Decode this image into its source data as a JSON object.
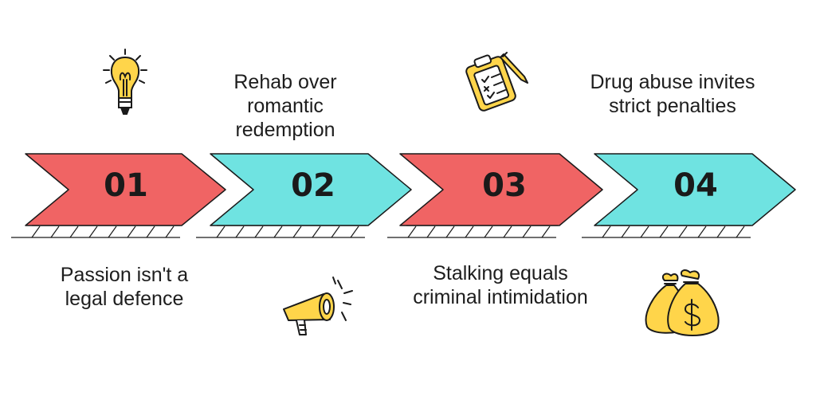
{
  "colors": {
    "red": "#f06464",
    "cyan": "#6fe3e1",
    "yellow": "#ffd54a",
    "ink": "#1a1a1a"
  },
  "steps": [
    {
      "number": "01",
      "text": "Passion isn't a legal defence",
      "color": "#f06464",
      "icon": "light-bulb-icon"
    },
    {
      "number": "02",
      "text": "Rehab over romantic redemption",
      "color": "#6fe3e1",
      "icon": "megaphone-icon"
    },
    {
      "number": "03",
      "text": "Stalking equals criminal intimidation",
      "color": "#f06464",
      "icon": "clipboard-checklist-icon"
    },
    {
      "number": "04",
      "text": "Drug abuse invites strict penalties",
      "color": "#6fe3e1",
      "icon": "money-bags-icon"
    }
  ]
}
